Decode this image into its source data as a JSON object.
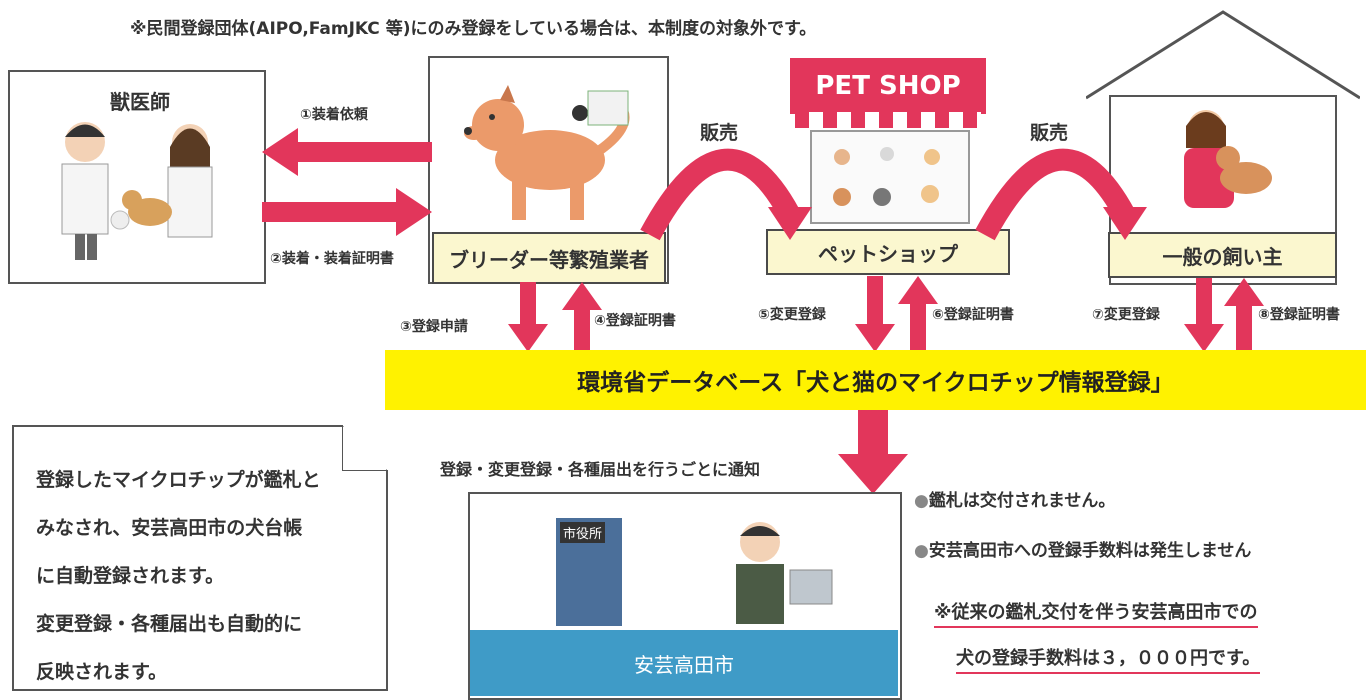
{
  "note_top": "※民間登録団体(AIPO,FamJKC 等)にのみ登録をしている場合は、本制度の対象外です。",
  "veterinarian": "獣医師",
  "breeder": "ブリーダー等繁殖業者",
  "petshop_sign": "PET SHOP",
  "petshop": "ペットショップ",
  "owner": "一般の飼い主",
  "sales_1": "販売",
  "sales_2": "販売",
  "steps": {
    "s1": "①装着依頼",
    "s2": "②装着・装着証明書",
    "s3": "③登録申請",
    "s4": "④登録証明書",
    "s5": "⑤変更登録",
    "s6": "⑥登録証明書",
    "s7": "⑦変更登録",
    "s8": "⑧登録証明書"
  },
  "database": "環境省データベース「犬と猫のマイクロチップ情報登録」",
  "notify": "登録・変更登録・各種届出を行うごとに通知",
  "memo_lines": [
    "登録したマイクロチップが鑑札と",
    "みなされ、安芸高田市の犬台帳",
    "に自動登録されます。",
    "変更登録・各種届出も自動的に",
    "反映されます。"
  ],
  "city_office_sign": "市役所",
  "city_name": "安芸高田市",
  "bullets": [
    "鑑札は交付されません。",
    "安芸高田市への登録手数料は発生しません"
  ],
  "footnote_lines": [
    "※従来の鑑札交付を伴う安芸高田市での",
    "犬の登録手数料は３，０００円です。"
  ],
  "colors": {
    "arrow": "#e2365b",
    "db": "#fff200",
    "label_bg": "#fbf7cf",
    "city": "#3f9bc7"
  }
}
